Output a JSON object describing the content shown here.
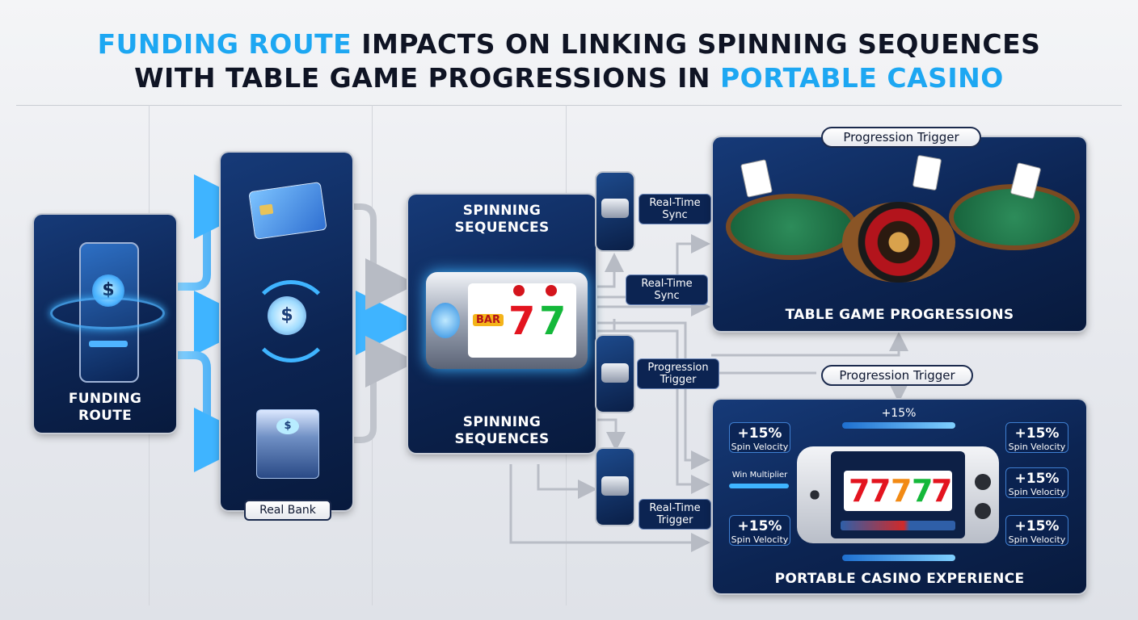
{
  "title": {
    "line1_highlight": "FUNDING ROUTE",
    "line1_rest": " IMPACTS ON LINKING SPINNING SEQUENCES",
    "line2_rest": "WITH TABLE GAME PROGRESSIONS IN ",
    "line2_highlight": "PORTABLE CASINO"
  },
  "funding": {
    "label_line1": "FUNDING",
    "label_line2": "ROUTE"
  },
  "bank": {
    "label": "Real Bank"
  },
  "spinning": {
    "top_line1": "SPINNING",
    "top_line2": "SEQUENCES",
    "bottom_line1": "SPINNING",
    "bottom_line2": "SEQUENCES",
    "reel_bar": "BAR",
    "reel_seven": "7"
  },
  "sync_tags": {
    "tag1_line1": "Real-Time",
    "tag1_line2": "Sync",
    "tag2_line1": "Real-Time",
    "tag2_line2": "Sync",
    "tag3_line1": "Progression",
    "tag3_line2": "Trigger",
    "tag4_line1": "Real-Time",
    "tag4_line2": "Trigger"
  },
  "table_games": {
    "pill": "Progression Trigger",
    "label": "TABLE GAME PROGRESSIONS"
  },
  "portable": {
    "pill": "Progression Trigger",
    "bar_label": "+15%",
    "label": "PORTABLE CASINO EXPERIENCE",
    "win_multiplier": "Win Multiplier",
    "stats": [
      {
        "value": "+15%",
        "sub": "Spin Velocity"
      },
      {
        "value": "+15%",
        "sub": "Spin Velocity"
      },
      {
        "value": "+15%",
        "sub": "Spin Velocity"
      },
      {
        "value": "+15%",
        "sub": "Spin Velocity"
      },
      {
        "value": "+15%",
        "sub": "Spin Velocity"
      }
    ],
    "screen_seven": "7"
  },
  "colors": {
    "accent": "#1da7f2",
    "panel": "#0c2452",
    "glow": "#3fb4ff"
  }
}
